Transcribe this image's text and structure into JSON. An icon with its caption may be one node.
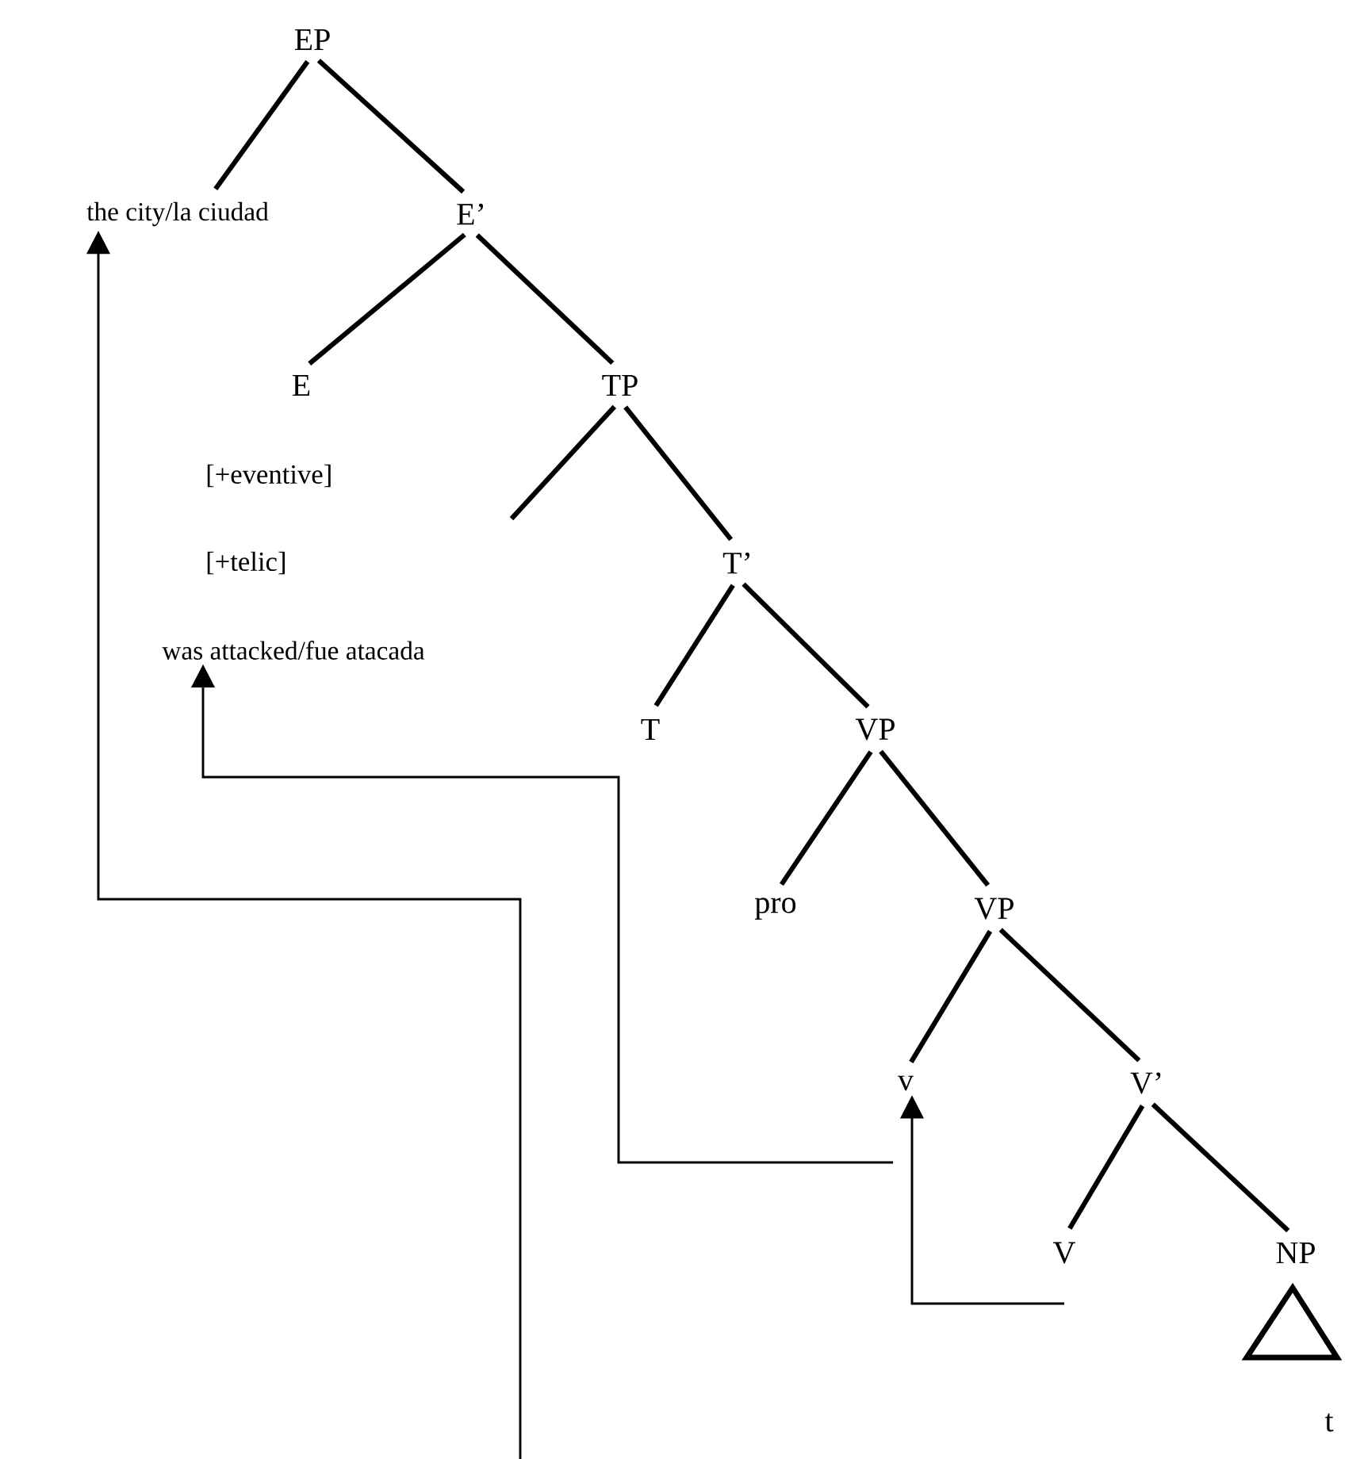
{
  "diagram": {
    "nodes": [
      {
        "text": [
          "EP"
        ]
      },
      {
        "text": [
          "the city/la ciudad"
        ]
      },
      {
        "text": [
          "E’"
        ]
      },
      {
        "text": [
          "E"
        ],
        "beside": [
          "[+eventive]",
          "[+telic]"
        ]
      },
      {
        "text": [
          "was attacked/fue atacada"
        ]
      },
      {
        "text": [
          "TP"
        ]
      },
      {
        "text": [
          "T’"
        ]
      },
      {
        "text": [
          "T"
        ]
      },
      {
        "text": [
          "VP"
        ]
      },
      {
        "text": [
          "pro"
        ]
      },
      {
        "text": [
          "VP"
        ]
      },
      {
        "text": [
          "v"
        ]
      },
      {
        "text": [
          "V’"
        ]
      },
      {
        "text": [
          "V"
        ]
      },
      {
        "text": [
          "NP"
        ]
      }
    ],
    "edges": [
      {
        "from": 0,
        "to": 1,
        "arrow": "none"
      },
      {
        "from": 0,
        "to": 2,
        "arrow": "none"
      },
      {
        "from": 2,
        "to": 3,
        "arrow": "none"
      },
      {
        "from": 2,
        "to": 5,
        "arrow": "none"
      },
      {
        "from": 5,
        "to": null,
        "arrow": "none"
      },
      {
        "from": 5,
        "to": 6,
        "arrow": "none"
      },
      {
        "from": 6,
        "to": 7,
        "arrow": "none"
      },
      {
        "from": 6,
        "to": 8,
        "arrow": "none"
      },
      {
        "from": 8,
        "to": 9,
        "arrow": "none"
      },
      {
        "from": 8,
        "to": 10,
        "arrow": "none"
      },
      {
        "from": 10,
        "to": 11,
        "arrow": "none"
      },
      {
        "from": 10,
        "to": 12,
        "arrow": "none"
      },
      {
        "from": 12,
        "to": 13,
        "arrow": "none"
      },
      {
        "from": 12,
        "to": 14,
        "arrow": "none"
      },
      {
        "from": null,
        "to": 1,
        "arrow": "to"
      },
      {
        "from": 11,
        "to": 4,
        "arrow": "to"
      },
      {
        "from": 13,
        "to": 11,
        "arrow": "to"
      }
    ],
    "labels": [
      "t"
    ]
  }
}
